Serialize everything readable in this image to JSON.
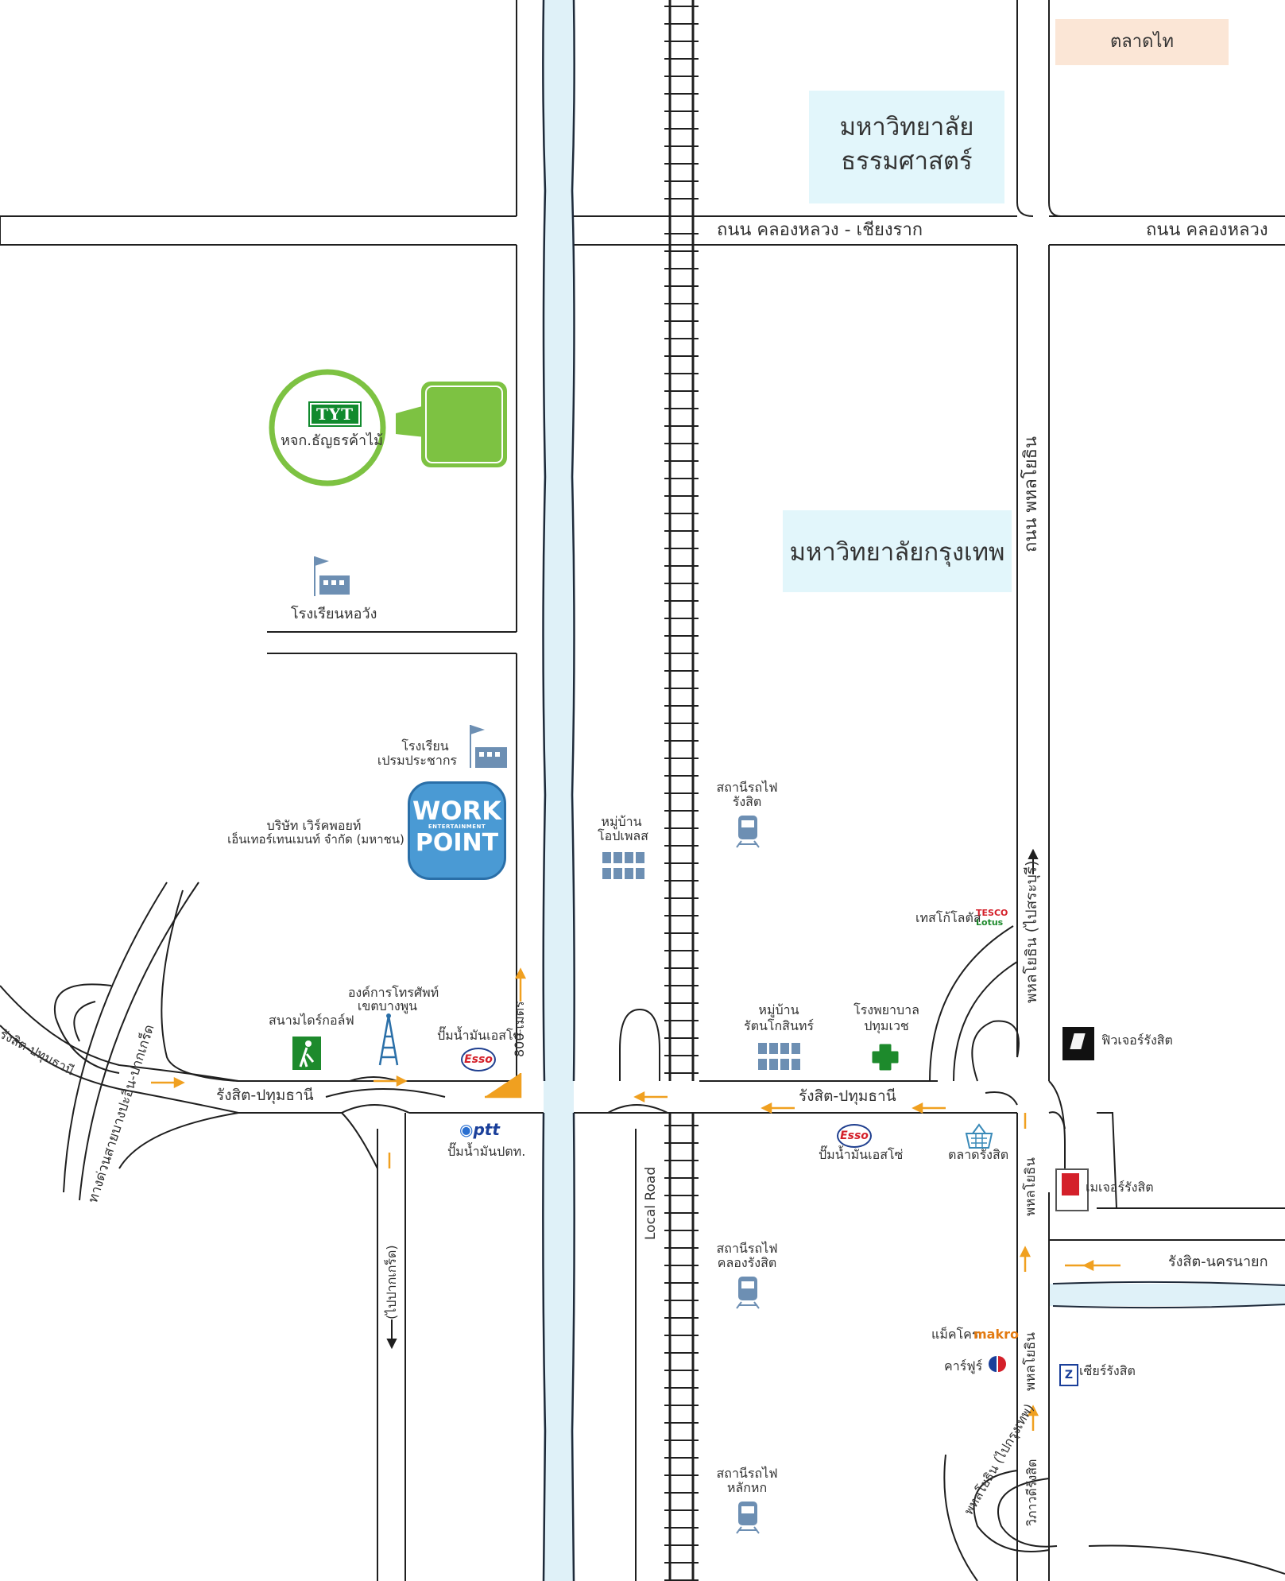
{
  "map": {
    "roads": {
      "khlong_luang_chiang_rak": "ถนน คลองหลวง - เชียงราก",
      "khlong_luang": "ถนน คลองหลวง",
      "phahonyothin_road": "ถนน พหลโยธิน",
      "phahonyothin_saraburi": "พหลโยธิน (ไปสระบุรี)",
      "rangsit_pathumthani_left": "รังสิต-ปทุมธานี",
      "rangsit_pathumthani_center": "รังสิต-ปทุมธานี",
      "rangsit_pathumthani_diag": "รังสิต-ปทุมธานี",
      "expressway_bangpa_in_pakkret": "ทางด่วนสายบางปะอิน-ปากเกร็ด",
      "to_pakkret": "(ไปปากเกร็ด)",
      "local_road": "Local Road",
      "phahonyothin_lower": "พหลโยธิน",
      "phahonyothin_lower2": "พหลโยธิน",
      "rangsit_nakhon_nayok": "รังสิต-นครนายก",
      "wiphawadi_rangsit": "วิภาวดีรังสิต",
      "phahonyothin_to_bangkok": "พหลโยธิน (ไปกรุงเทพ)",
      "distance_800m": "800 เมตร"
    },
    "places": {
      "talad_thai": "ตลาดไท",
      "thammasat_line1": "มหาวิทยาลัย",
      "thammasat_line2": "ธรรมศาสตร์",
      "bangkok_university": "มหาวิทยาลัยกรุงเทพ",
      "tyt_logo": "TYT",
      "tyt_name": "หจก.ธัญธรค้าไม้",
      "school_nongwang": "โรงเรียนหอวัง",
      "school_premprachakorn_line1": "โรงเรียน",
      "school_premprachakorn_line2": "เปรมประชากร",
      "workpoint_logo_top": "WORK",
      "workpoint_logo_mid": "ENTERTAINMENT",
      "workpoint_logo_bottom": "POINT",
      "workpoint_name_line1": "บริษัท เวิร์คพอยท์",
      "workpoint_name_line2": "เอ็นเทอร์เทนเมนท์ จำกัด (มหาชน)",
      "golf_course": "สนามไดร์กอล์ฟ",
      "tot_line1": "องค์การโทรศัพท์",
      "tot_line2": "เขตบางพูน",
      "esso_station_left": "ปั๊มน้ำมันเอสโซ่",
      "esso_logo": "Esso",
      "ptt_station": "ปั๊มน้ำมันปตท.",
      "ptt_logo": "ptt",
      "village_opplace_line1": "หมู่บ้าน",
      "village_opplace_line2": "โอปเพลส",
      "rangsit_station_line1": "สถานีรถไฟ",
      "rangsit_station_line2": "รังสิต",
      "tesco_label": "เทสโก้โลตัส",
      "tesco_logo_line1": "TESCO",
      "tesco_logo_line2": "Lotus",
      "village_rattanakosin_line1": "หมู่บ้าน",
      "village_rattanakosin_line2": "รัตนโกสินทร์",
      "hospital_line1": "โรงพยาบาล",
      "hospital_line2": "ปทุมเวช",
      "future_park": "ฟิวเจอร์รังสิต",
      "esso_station_right": "ปั๊มน้ำมันเอสโซ่",
      "talad_rangsit": "ตลาดรังสิต",
      "major_rangsit": "เมเจอร์รังสิต",
      "khlong_rangsit_station_line1": "สถานีรถไฟ",
      "khlong_rangsit_station_line2": "คลองรังสิต",
      "makro_label": "แม็คโคร",
      "makro_logo": "makro",
      "carrefour_label": "คาร์ฟูร์",
      "zeer_rangsit": "เซียร์รังสิต",
      "laksi_station_line1": "สถานีรถไฟ",
      "laksi_station_line2": "หลักหก"
    }
  },
  "colors": {
    "canal": "#dff1f8",
    "canal_edge": "#1e2a3a",
    "road_edge": "#1f1f1f",
    "arrow": "#f0a020",
    "university_box": "#e2f6fb",
    "market_box": "#fbe6d6",
    "tyt_green": "#7dc242",
    "tyt_dark_green": "#118a2e",
    "icon_blue": "#6d8fb3",
    "workpoint_blue": "#4a9ad4",
    "hospital_green": "#1d8a2c"
  },
  "icons": [
    "golf-flag-icon",
    "school-icon",
    "train-icon",
    "village-icon",
    "antenna-icon",
    "golf-player-icon",
    "hospital-cross-icon",
    "market-basket-icon",
    "north-arrow-icon"
  ]
}
